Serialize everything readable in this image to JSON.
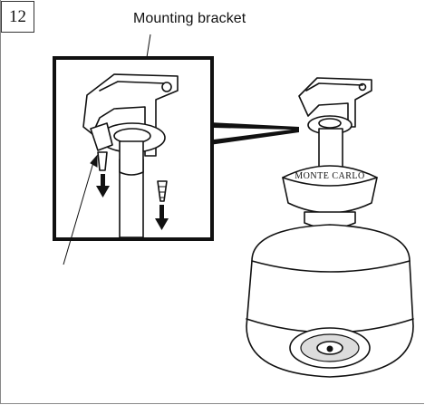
{
  "step": {
    "number": "12"
  },
  "labels": {
    "mounting_bracket": "Mounting bracket",
    "brand": "MONTE CARLO"
  },
  "icons": {
    "arrow_left": "down-arrow-icon",
    "arrow_right": "down-arrow-icon"
  }
}
